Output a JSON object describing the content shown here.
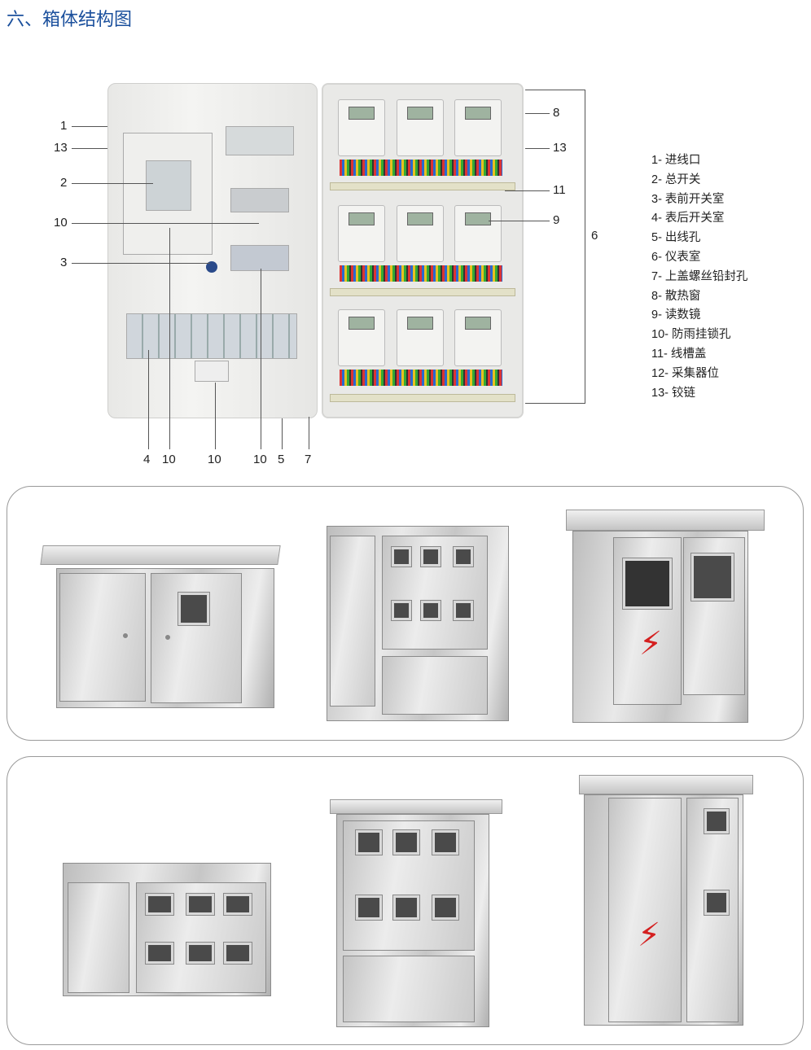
{
  "title": "六、箱体结构图",
  "diagram": {
    "left_callouts": [
      "1",
      "13",
      "2",
      "10",
      "3"
    ],
    "right_callouts": [
      "8",
      "13",
      "11",
      "9",
      "6"
    ],
    "bottom_callouts": [
      "4",
      "10",
      "10",
      "10",
      "5",
      "7"
    ]
  },
  "legend": [
    "1- 进线口",
    "2- 总开关",
    "3- 表前开关室",
    "4- 表后开关室",
    "5- 出线孔",
    "6- 仪表室",
    "7- 上盖螺丝铅封孔",
    "8- 散热窗",
    "9- 读数镜",
    "10- 防雨挂锁孔",
    "11- 线槽盖",
    "12- 采集器位",
    "13- 铰链"
  ],
  "colors": {
    "title": "#1a4f9c",
    "bolt": "#d42020"
  },
  "products": {
    "row1": [
      "stainless-box-2-door",
      "stainless-box-6-meter",
      "stainless-box-outdoor-2-door"
    ],
    "row2": [
      "stainless-box-6-meter-wide",
      "stainless-box-6-meter-tall",
      "stainless-box-tall-outdoor"
    ]
  },
  "bolt_glyph": "⚡"
}
